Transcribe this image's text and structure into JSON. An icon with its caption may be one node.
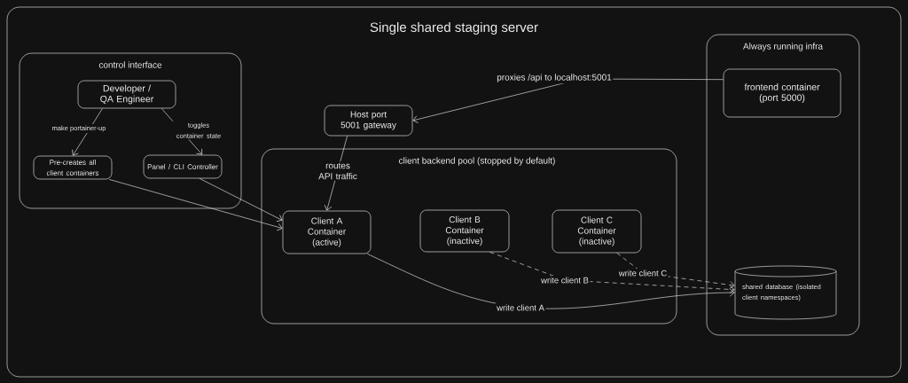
{
  "diagram": {
    "nodes": [
      {
        "text": [
          "Single shared staging server"
        ]
      },
      {
        "text": [
          "control interface"
        ],
        "in": 0
      },
      {
        "text": [
          "Developer / QA Engineer"
        ],
        "in": 1
      },
      {
        "text": [
          "Pre-creates all client containers"
        ],
        "in": 1
      },
      {
        "text": [
          "Panel / CLI Controller"
        ],
        "in": 1
      },
      {
        "text": [
          "client backend pool (stopped by default)"
        ],
        "in": 0
      },
      {
        "text": [
          "Host port 5001 gateway"
        ],
        "in": 0
      },
      {
        "text": [
          "Client A Container (active)"
        ],
        "in": 5
      },
      {
        "text": [
          "Client B Container (inactive)"
        ],
        "in": 5
      },
      {
        "text": [
          "Client C Container (inactive)"
        ],
        "in": 5
      },
      {
        "text": [
          "Always running infra"
        ],
        "in": 0
      },
      {
        "text": [
          "frontend container (port 5000)"
        ],
        "in": 10
      },
      {
        "text": [
          "shared database (isolated client namespaces)"
        ],
        "in": 10
      }
    ],
    "edges": [
      {
        "from": 2,
        "to": 3,
        "arrow": "to",
        "label": "make portainer-up"
      },
      {
        "from": 2,
        "to": 4,
        "arrow": "to",
        "label": "toggles container state"
      },
      {
        "from": 3,
        "to": 7,
        "arrow": "to"
      },
      {
        "from": 4,
        "to": 7,
        "arrow": "to"
      },
      {
        "from": 11,
        "to": 6,
        "arrow": "to",
        "label": "proxies /api to localhost:5001"
      },
      {
        "from": 6,
        "to": 7,
        "arrow": "to",
        "label": "routes API traffic"
      },
      {
        "from": 7,
        "to": 12,
        "arrow": "to",
        "label": "write client A"
      },
      {
        "from": 8,
        "to": 12,
        "arrow": "to",
        "label": "write client B",
        "style": "dashed"
      },
      {
        "from": 9,
        "to": 12,
        "arrow": "to",
        "label": "write client C",
        "style": "dashed"
      }
    ]
  }
}
